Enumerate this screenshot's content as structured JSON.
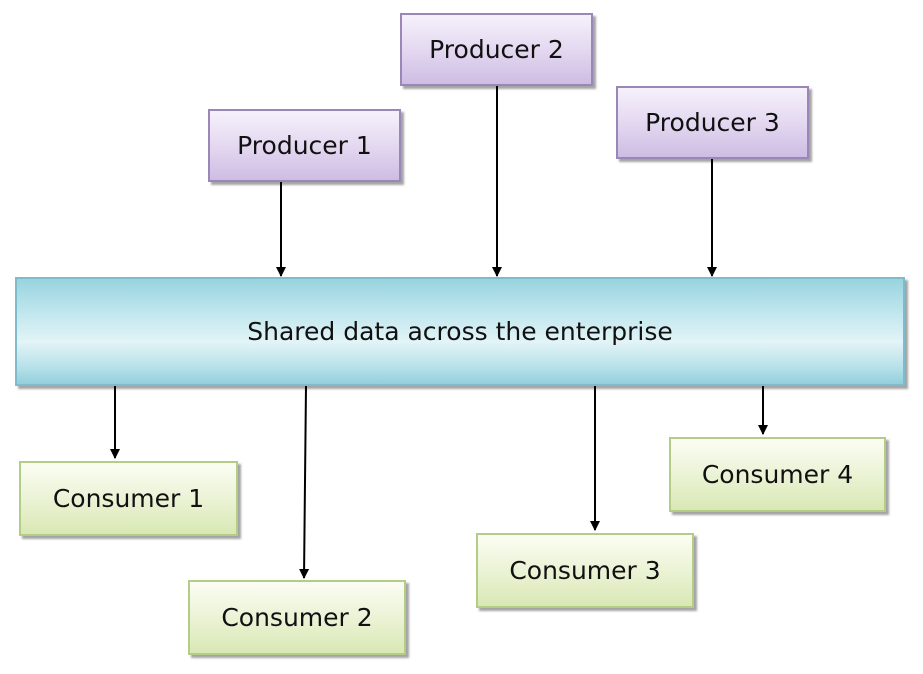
{
  "producers": [
    {
      "label": "Producer 1"
    },
    {
      "label": "Producer 2"
    },
    {
      "label": "Producer 3"
    }
  ],
  "bus": {
    "label": "Shared data across the enterprise"
  },
  "consumers": [
    {
      "label": "Consumer 1"
    },
    {
      "label": "Consumer 2"
    },
    {
      "label": "Consumer 3"
    },
    {
      "label": "Consumer 4"
    }
  ],
  "colors": {
    "producer_fill": "#e6dbf2",
    "producer_border": "#9b86b8",
    "consumer_fill": "#edf4d9",
    "consumer_border": "#b3cc86",
    "bus_fill": "#c4e8ef",
    "bus_border": "#7fbccb",
    "arrow": "#000000"
  }
}
